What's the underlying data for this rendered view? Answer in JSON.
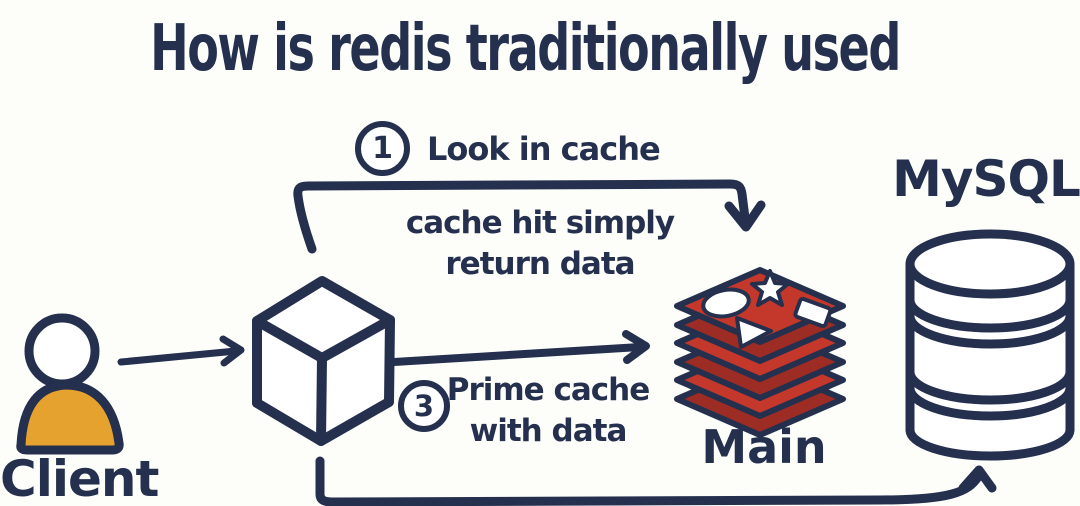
{
  "title": "How is redis traditionally used",
  "colors": {
    "ink": "#24304e",
    "background": "#fdfdfa",
    "client_fill": "#e6a22e",
    "redis_red": "#c4382b",
    "redis_red_dark": "#9d2d24"
  },
  "client": {
    "label": "Client"
  },
  "cache": {
    "step1_number": "1",
    "step1_label": "Look in cache",
    "hit_note_line1": "cache hit simply",
    "hit_note_line2": "return data",
    "step3_number": "3",
    "step3_line1": "Prime cache",
    "step3_line2": "with data"
  },
  "redis": {
    "label": "Main"
  },
  "mysql": {
    "label": "MySQL"
  },
  "icons": {
    "client": "person-icon",
    "cache": "cube-icon",
    "redis": "redis-stack-icon",
    "mysql": "database-cylinder-icon"
  }
}
